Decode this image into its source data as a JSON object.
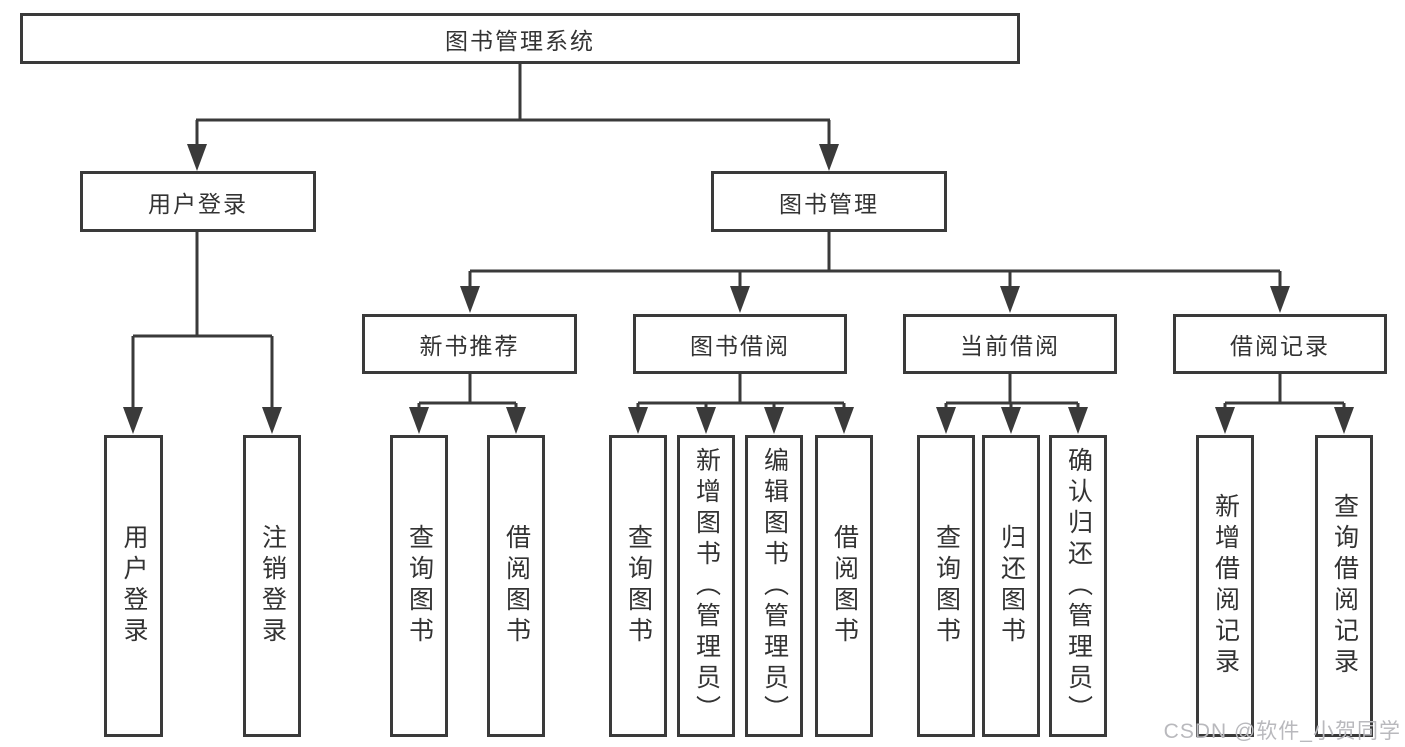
{
  "diagram": {
    "root": {
      "label": "图书管理系统"
    },
    "user_login_branch": {
      "label": "用户登录",
      "leaves": [
        "用户登录",
        "注销登录"
      ]
    },
    "book_mgmt_branch": {
      "label": "图书管理",
      "sections": [
        {
          "label": "新书推荐",
          "leaves": [
            "查询图书",
            "借阅图书"
          ]
        },
        {
          "label": "图书借阅",
          "leaves": [
            "查询图书",
            "新增图书（管理员）",
            "编辑图书（管理员）",
            "借阅图书"
          ]
        },
        {
          "label": "当前借阅",
          "leaves": [
            "查询图书",
            "归还图书",
            "确认归还（管理员）"
          ]
        },
        {
          "label": "借阅记录",
          "leaves": [
            "新增借阅记录",
            "查询借阅记录"
          ]
        }
      ]
    }
  },
  "watermark": "CSDN @软件_小贺同学",
  "colors": {
    "line": "#3a3a3a",
    "text": "#333333",
    "watermark": "#b9b9bd",
    "background": "#ffffff"
  }
}
